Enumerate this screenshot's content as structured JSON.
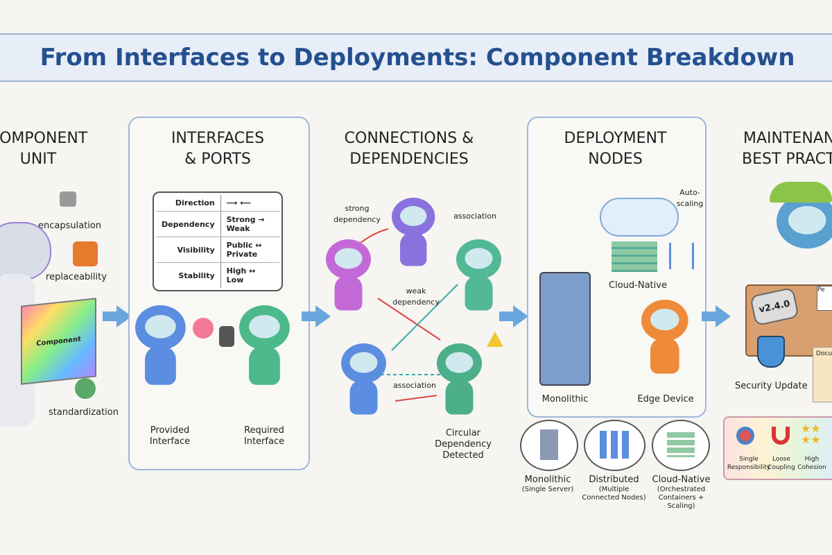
{
  "title": "From Interfaces to Deployments: Component Breakdown",
  "sections": {
    "component_unit": {
      "heading_line1": "COMPONENT",
      "heading_line2": "UNIT",
      "labels": [
        "encapsulation",
        "replaceability",
        "standardization"
      ],
      "cube_label": "Component"
    },
    "interfaces": {
      "heading_line1": "INTERFACES",
      "heading_line2": "& PORTS",
      "table": [
        [
          "Direction",
          "⟶ ⟵"
        ],
        [
          "Dependency",
          "Strong → Weak"
        ],
        [
          "Visibility",
          "Public ↔ Private"
        ],
        [
          "Stability",
          "High ↔ Low"
        ]
      ],
      "provided": "Provided Interface",
      "required": "Required Interface"
    },
    "connections": {
      "heading_line1": "CONNECTIONS &",
      "heading_line2": "DEPENDENCIES",
      "strong": "strong dependency",
      "association_top": "association",
      "weak": "weak dependency",
      "association_bottom": "association",
      "circular": "Circular Dependency Detected"
    },
    "deployment": {
      "heading_line1": "DEPLOYMENT",
      "heading_line2": "NODES",
      "auto_scaling": "Auto-scaling",
      "cloud_native": "Cloud-Native",
      "monolithic": "Monolithic",
      "edge": "Edge Device",
      "bubbles": [
        {
          "title": "Monolithic",
          "sub": "(Single Server)"
        },
        {
          "title": "Distributed",
          "sub": "(Multiple Connected Nodes)"
        },
        {
          "title": "Cloud-Native",
          "sub": "(Orchestrated Containers + Scaling)"
        }
      ]
    },
    "maintenance": {
      "heading_line1": "MAINTENANCE",
      "heading_line2": "BEST PRACTICES",
      "version": "v2.4.0",
      "security": "Security Update",
      "perf": "Pe",
      "doc": "Docu",
      "practices": [
        "Single Responsibility",
        "Loose Coupling",
        "High Cohesion"
      ]
    }
  },
  "colors": {
    "title": "#24508f",
    "accent": "#6aa6de",
    "panel_border": "#9fb6dc"
  }
}
